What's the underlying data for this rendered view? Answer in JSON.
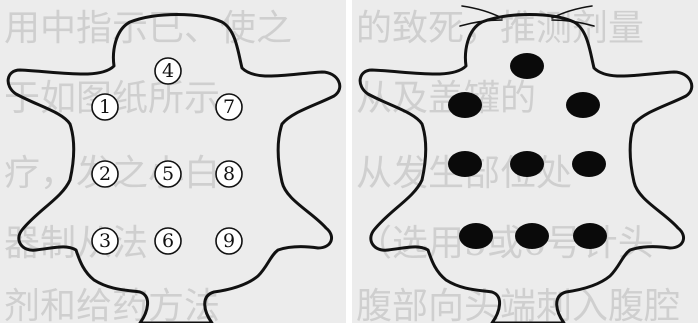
{
  "left_panel": {
    "sites": [
      {
        "label": "4"
      },
      {
        "label": "1"
      },
      {
        "label": "7"
      },
      {
        "label": "2"
      },
      {
        "label": "5"
      },
      {
        "label": "8"
      },
      {
        "label": "3"
      },
      {
        "label": "6"
      },
      {
        "label": "9"
      }
    ]
  },
  "right_panel": {
    "sites_marked": 9,
    "dot_color": "#0a0a0a"
  },
  "colors": {
    "outline": "#111111",
    "background": "#ececec"
  }
}
